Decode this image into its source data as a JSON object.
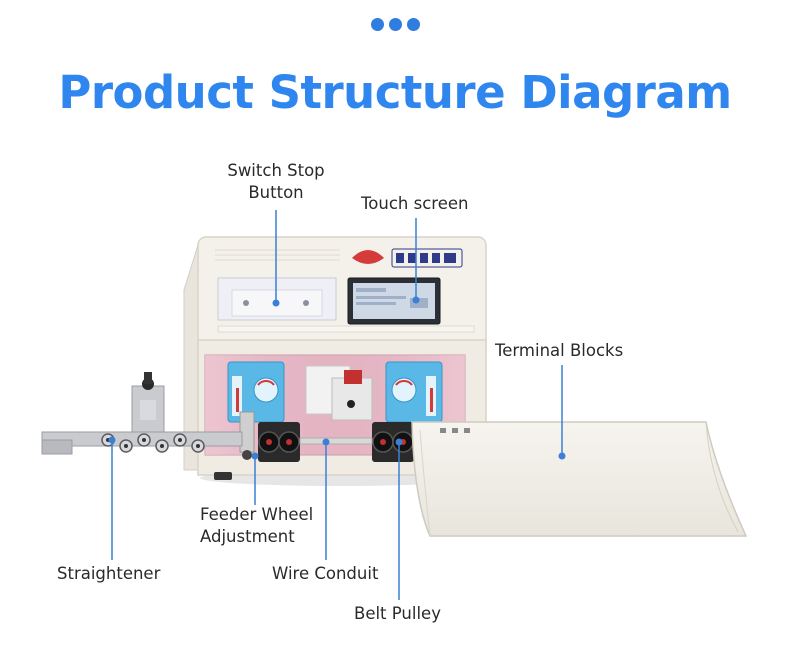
{
  "title": "Product Structure Diagram",
  "labels": {
    "switch_stop_line1": "Switch Stop",
    "switch_stop_line2": "Button",
    "touch_screen": "Touch screen",
    "terminal_blocks": "Terminal Blocks",
    "feeder_line1": "Feeder Wheel",
    "feeder_line2": "Adjustment",
    "straightener": "Straightener",
    "wire_conduit": "Wire Conduit",
    "belt_pulley": "Belt Pulley"
  },
  "colors": {
    "accent": "#2f86ef",
    "pointer": "#3b7fd6",
    "machine_body": "#f4f1ea",
    "front_panel": "#e6b8c6"
  }
}
